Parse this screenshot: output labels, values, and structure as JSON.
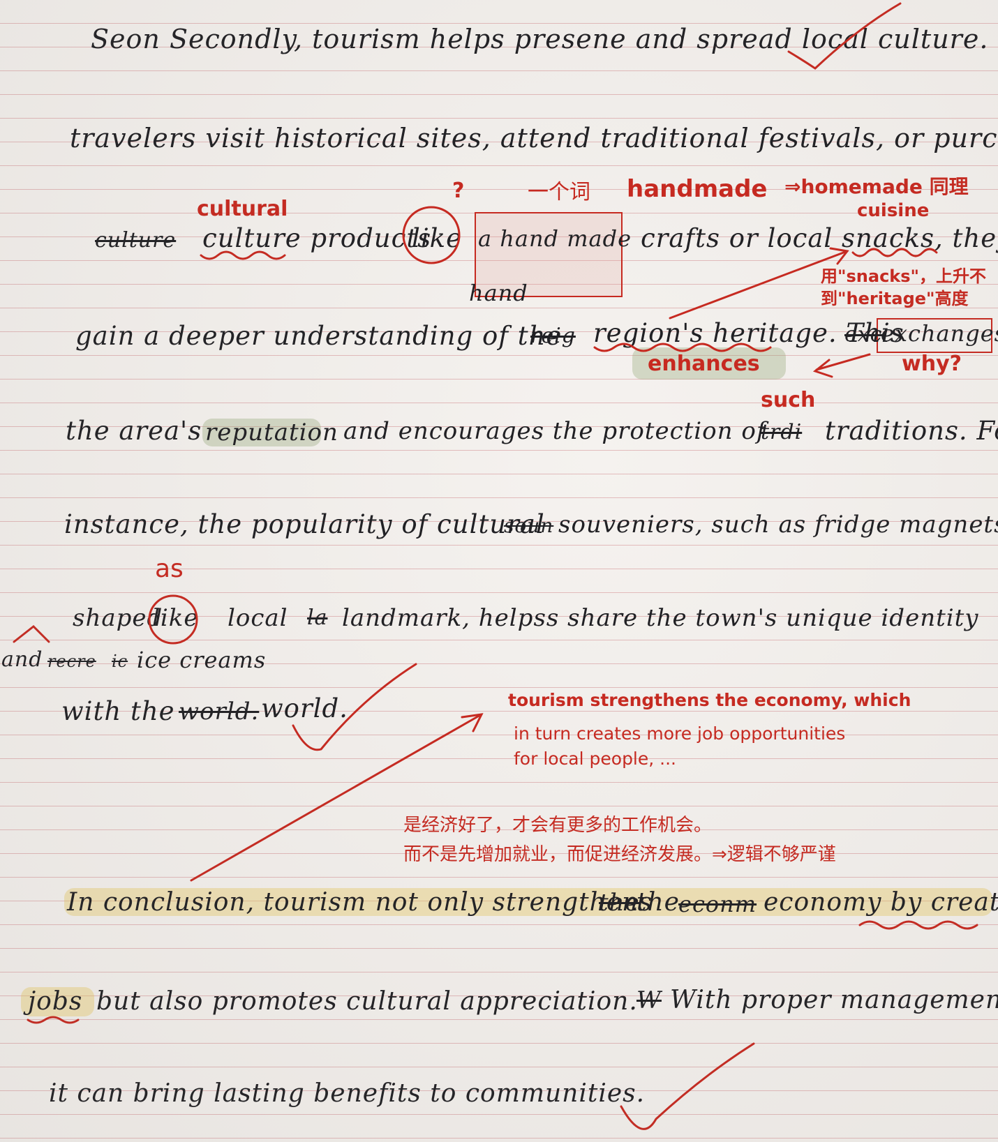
{
  "handwriting": {
    "l1": "Seon  Secondly, tourism helps presene and spread local culture. When",
    "l2": "travelers visit historical sites, attend traditional festivals, or purchase",
    "l3a": "culture",
    "l3b": "culture products",
    "l3c": "like",
    "l3d": "a hand made",
    "l3e": "crafts or local snacks, they",
    "l3f": "hand",
    "l4a": "gain a deeper understanding of the",
    "l4b": "reig",
    "l4c": "region's heritage. This",
    "l4d": "exc",
    "l4e": "exchanges",
    "l5a": "the area's",
    "l5b": "reputation",
    "l5c": "and encourages the protection of",
    "l5d": "trdi",
    "l5e": "traditions. For",
    "l6a": "instance, the popularity of cultural",
    "l6b": "soun",
    "l6c": "souveniers, such as fridge magnets",
    "l7a": "shaped",
    "l7b": "like",
    "l7c": "local",
    "l7d": "la",
    "l7e": "landmark, helpss share the town's unique identity",
    "l8a": "and",
    "l8b": "recre",
    "l8c": "ic",
    "l8d": "ice creams",
    "l9a": "with the",
    "l9b": "world.",
    "l9c": "world.",
    "l10a": "In conclusion, tourism not only strengthens",
    "l10b": "the",
    "l10c": "the",
    "l10d": "econm",
    "l10e": "economy by creating",
    "l11a": "jobs",
    "l11b": "but also promotes cultural appreciation.",
    "l11c": "W",
    "l11d": "With proper management",
    "l12": "it can bring lasting benefits to communities."
  },
  "annotations": {
    "cultural": "cultural",
    "question1": "?",
    "one_word": "一个词",
    "handmade": "handmade",
    "homemade_note": "⇒homemade 同理",
    "cuisine": "cuisine",
    "snacks_note1": "用\"snacks\"，上升不",
    "snacks_note2": "到\"heritage\"高度",
    "enhances": "enhances",
    "why": "why?",
    "such": "such",
    "as": "as",
    "econ_note1": "tourism strengthens the economy, which",
    "econ_note2": "in turn creates more job opportunities",
    "econ_note3": "for local people, ...",
    "cn_note1": "是经济好了，才会有更多的工作机会。",
    "cn_note2": "而不是先增加就业，而促进经济发展。⇒逻辑不够严谨"
  }
}
